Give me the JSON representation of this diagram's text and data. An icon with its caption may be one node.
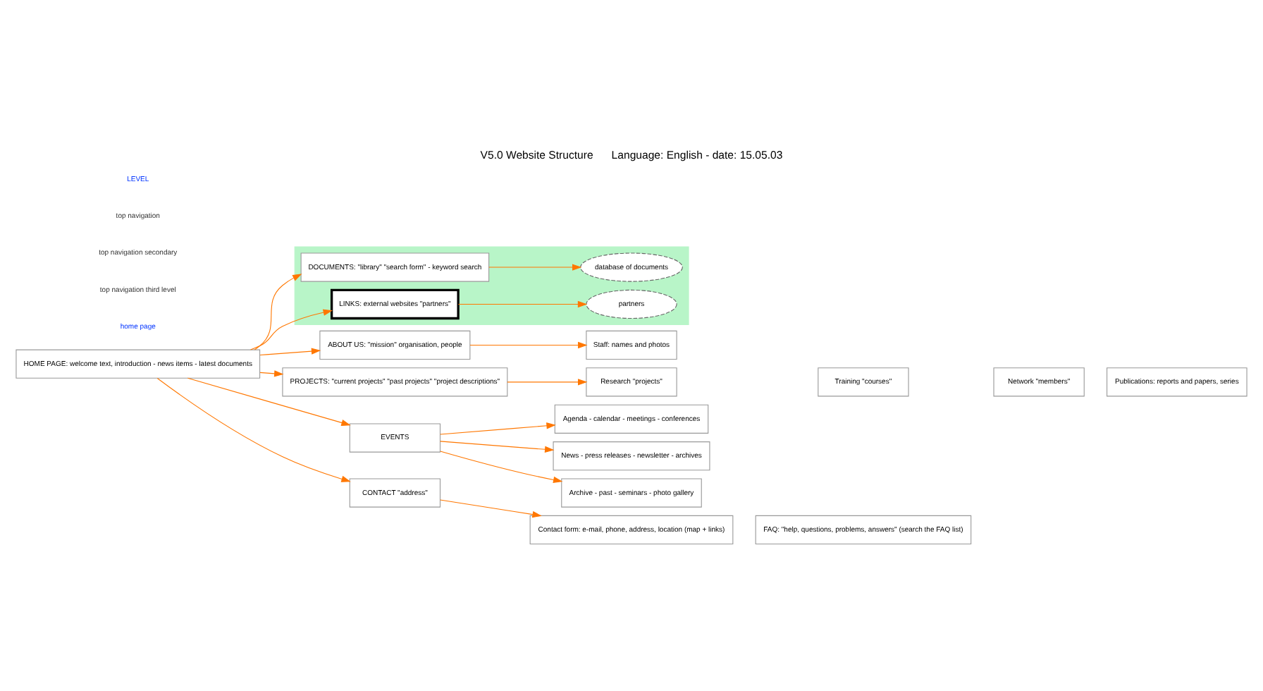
{
  "diagram": {
    "title": "V5.0 Website Structure      Language: English - date: 15.05.03",
    "nodes": [
      {
        "text": [
          "HOME PAGE: welcome text, introduction - news items - latest documents"
        ]
      },
      {
        "text": [
          "ABOUT US: \"mission\" organisation, people"
        ]
      },
      {
        "text": [
          "Staff: names and photos"
        ]
      },
      {
        "text": [],
        "shape": "box"
      },
      {
        "text": [
          "DOCUMENTS: \"library\" \"search form\" - keyword search"
        ],
        "in": 3
      },
      {
        "text": [
          "database of documents"
        ],
        "in": 3
      },
      {
        "text": [
          "LINKS: external websites \"partners\""
        ],
        "in": 3
      },
      {
        "text": [
          "partners"
        ],
        "in": 3
      },
      {
        "text": [
          "PROJECTS: \"current projects\" \"past projects\" \"project descriptions\""
        ]
      },
      {
        "text": [
          "Research \"projects\""
        ]
      },
      {
        "text": [
          "Training \"courses\""
        ]
      },
      {
        "text": [
          "Network \"members\""
        ]
      },
      {
        "text": [
          "Publications: reports and papers, series"
        ]
      },
      {
        "text": [
          "EVENTS"
        ]
      },
      {
        "text": [
          "Agenda - calendar - meetings - conferences"
        ]
      },
      {
        "text": [
          "News - press releases - newsletter - archives"
        ]
      },
      {
        "text": [
          "Archive - past - seminars - photo gallery"
        ]
      },
      {
        "text": [
          "CONTACT \"address\""
        ]
      },
      {
        "text": [
          "Contact form: e-mail, phone, address, location (map + links)"
        ]
      },
      {
        "text": [
          "FAQ: \"help, questions, problems, answers\" (search the FAQ list)"
        ]
      }
    ],
    "edges": [
      {
        "from": 0,
        "to": 1,
        "arrow": "to"
      },
      {
        "from": 1,
        "to": 2,
        "arrow": "to"
      },
      {
        "from": 0,
        "to": 4,
        "arrow": "to"
      },
      {
        "from": 4,
        "to": 5,
        "arrow": "to"
      },
      {
        "from": 0,
        "to": 6,
        "arrow": "to"
      },
      {
        "from": 6,
        "to": 7,
        "arrow": "to"
      },
      {
        "from": 0,
        "to": 8,
        "arrow": "to"
      },
      {
        "from": 8,
        "to": 9,
        "arrow": "to"
      },
      {
        "from": 0,
        "to": 13,
        "arrow": "to"
      },
      {
        "from": 13,
        "to": 14,
        "arrow": "to"
      },
      {
        "from": 13,
        "to": 15,
        "arrow": "to"
      },
      {
        "from": 13,
        "to": 16,
        "arrow": "to"
      },
      {
        "from": 0,
        "to": 17,
        "arrow": "to"
      },
      {
        "from": 17,
        "to": 18,
        "arrow": "to"
      }
    ],
    "labels": [
      "LEVEL",
      "top navigation",
      "top navigation secondary",
      "top navigation third level",
      "home page"
    ]
  }
}
